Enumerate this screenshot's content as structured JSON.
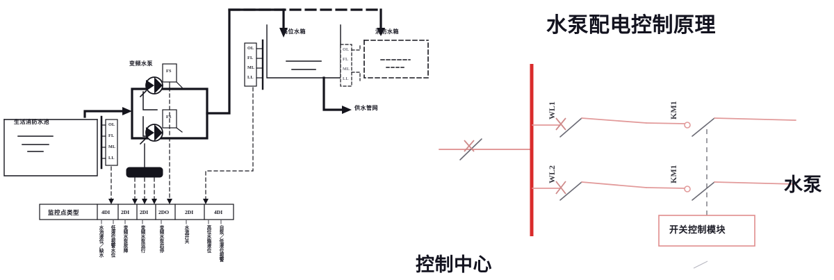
{
  "page": {
    "background": "#ffffff",
    "accent_red": "#d92b2b",
    "accent_pink": "#e8a0a0",
    "ink": "#111118"
  },
  "left_diagram": {
    "name": "pump-room-hydraulic-schematic",
    "reservoir_label": "生活消防水池",
    "pump_group_label": "变频水泵",
    "flow_switch_label": "FS",
    "high_tank_label": "高位水箱",
    "fire_tank_label": "消防水箱",
    "supply_network_label": "供水管网",
    "level_sensor_channels": [
      "OL",
      "FL",
      "ML",
      "LL"
    ],
    "table": {
      "header": "监控点类型",
      "cells": [
        "4DI",
        "2DI",
        "2DI",
        "2DO",
        "2DI",
        "4DI"
      ]
    },
    "point_labels": [
      "水池液位／缺水",
      "低液位报警水位",
      "变频水泵故障",
      "变频水泵运行",
      "变频水泵启停",
      "水流开关",
      "高位水箱液位",
      "自泵／低液位报警"
    ]
  },
  "right_diagram": {
    "name": "pump-power-control-schematic",
    "title": "水泵配电控制原理",
    "control_center_label": "控制中心",
    "pump_label": "水泵",
    "switch_module_label": "开关控制模块",
    "breaker_labels": [
      "WL1",
      "WL2"
    ],
    "contactor_labels": [
      "KM1",
      "KM1"
    ],
    "bus_color": "#d92b2b",
    "wire_color": "#e29a9a"
  }
}
